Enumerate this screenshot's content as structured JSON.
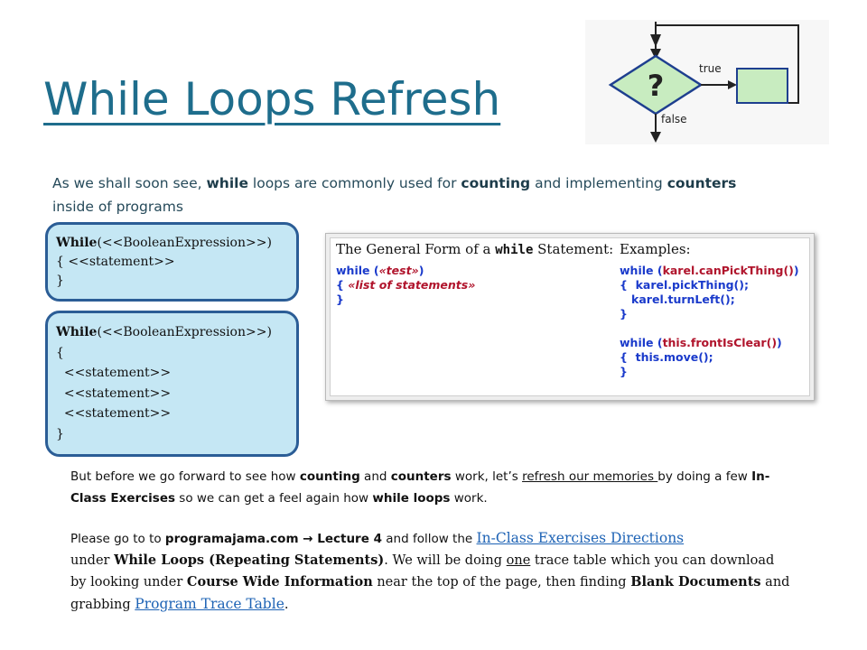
{
  "title": "While Loops Refresh",
  "flowchart": {
    "symbol": "?",
    "true_label": "true",
    "false_label": "false"
  },
  "intro": {
    "t1": "As we shall soon see, ",
    "b1": "while",
    "t2": " loops are commonly used for ",
    "b2": "counting",
    "t3": " and implementing ",
    "b3": "counters",
    "t4": " inside of programs"
  },
  "box1": {
    "kw": "While",
    "header": "(<<BooleanExpression>>)",
    "lines": [
      "{ <<statement>>",
      "}"
    ]
  },
  "box2": {
    "kw": "While",
    "header": "(<<BooleanExpression>>)",
    "lines": [
      "{",
      "  <<statement>>",
      "  <<statement>>",
      "  <<statement>>",
      "}"
    ]
  },
  "general_form": {
    "heading_pre": "The General Form of a ",
    "heading_kw": "while",
    "heading_post": " Statement:",
    "examples_heading": "Examples:",
    "form_l1_a": "while (",
    "form_l1_b": "«test»",
    "form_l1_c": ")",
    "form_l2_a": "{ ",
    "form_l2_b": "«list of statements»",
    "form_l3": "}",
    "ex1_a": "while (",
    "ex1_b": "karel.canPickThing()",
    "ex1_c": ")",
    "ex2": "{  karel.pickThing();",
    "ex3": "   karel.turnLeft();",
    "ex4": "}",
    "ex5_a": "while (",
    "ex5_b": "this.frontIsClear()",
    "ex5_c": ")",
    "ex6": "{  this.move();",
    "ex7": "}"
  },
  "para1": {
    "t1": "But before we go forward to see how ",
    "b1": "counting",
    "t2": " and ",
    "b2": "counters",
    "t3": " work, let’s ",
    "u1": "refresh our memories ",
    "t4": "by doing a few ",
    "b3": "In-Class Exercises",
    "t5": " so we can get a feel again how ",
    "b4": "while loops",
    "t6": " work."
  },
  "para2": {
    "t1": "Please go to to ",
    "b1": "programajama.com",
    "arrow": " → ",
    "b2": "Lecture 4",
    "t2": " and follow the ",
    "link1": "In-Class Exercises Directions",
    "s1": "under ",
    "sb1": "While Loops (Repeating Statements)",
    "s2": ". We will be doing ",
    "su1": "one",
    "s3": " trace table which you can download by looking under ",
    "sb2": "Course Wide Information",
    "s4": " near the top of the page, then finding ",
    "sb3": "Blank Documents",
    "s5": " and grabbing ",
    "link2": "Program Trace Table",
    "s6": "."
  }
}
